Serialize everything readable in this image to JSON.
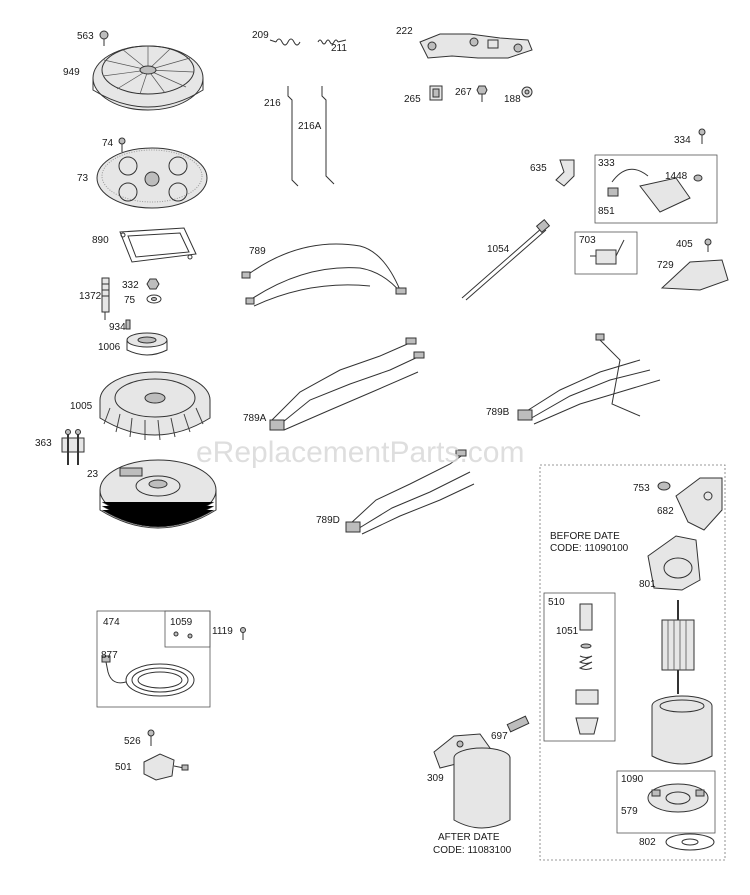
{
  "watermark": "eReplacementParts.com",
  "parts": [
    "563",
    "949",
    "74",
    "73",
    "890",
    "332",
    "1372",
    "75",
    "934",
    "1006",
    "1005",
    "363",
    "23",
    "209",
    "211",
    "216",
    "216A",
    "789",
    "789A",
    "789B",
    "789D",
    "222",
    "265",
    "267",
    "188",
    "334",
    "635",
    "333",
    "1448",
    "851",
    "1054",
    "703",
    "405",
    "729",
    "474",
    "1059",
    "877",
    "1119",
    "526",
    "501",
    "753",
    "682",
    "801",
    "510",
    "1051",
    "697",
    "309",
    "1090",
    "579",
    "802"
  ],
  "notes": {
    "before_line1": "BEFORE DATE",
    "before_line2": "CODE: 11090100",
    "after_line1": "AFTER DATE",
    "after_line2": "CODE: 11083100"
  }
}
